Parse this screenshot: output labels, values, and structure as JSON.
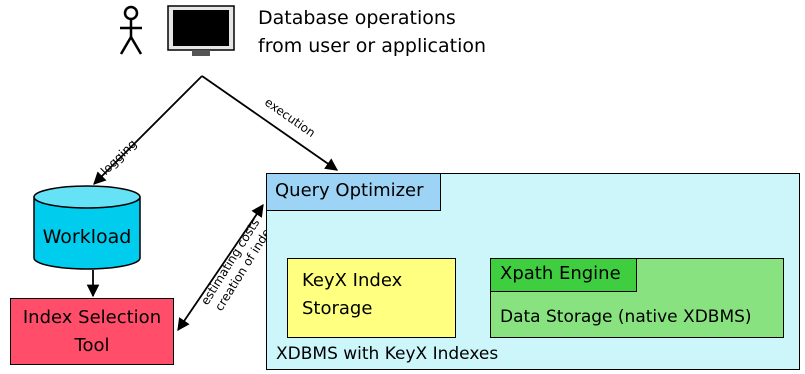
{
  "header": {
    "line1": "Database operations",
    "line2": "from user or application"
  },
  "edges": {
    "logging": "logging",
    "execution": "execution",
    "estimating": "estimating costs",
    "creation": "creation of indexes"
  },
  "nodes": {
    "workload": "Workload",
    "index_tool_line1": "Index Selection",
    "index_tool_line2": "Tool",
    "query_optimizer": "Query Optimizer",
    "keyx_line1": "KeyX Index",
    "keyx_line2": "Storage",
    "xpath_engine": "Xpath Engine",
    "data_storage": "Data Storage (native XDBMS)",
    "xdbms": "XDBMS with KeyX Indexes"
  },
  "icons": {
    "user": "stick-figure-icon",
    "computer": "monitor-icon"
  },
  "colors": {
    "xdbms_bg": "#ccf6fa",
    "query_optimizer": "#9dd3f4",
    "keyx": "#ffff80",
    "data_storage": "#87e27f",
    "xpath_engine": "#3fce3f",
    "workload": "#00ccee",
    "index_tool": "#ff4d6a"
  }
}
